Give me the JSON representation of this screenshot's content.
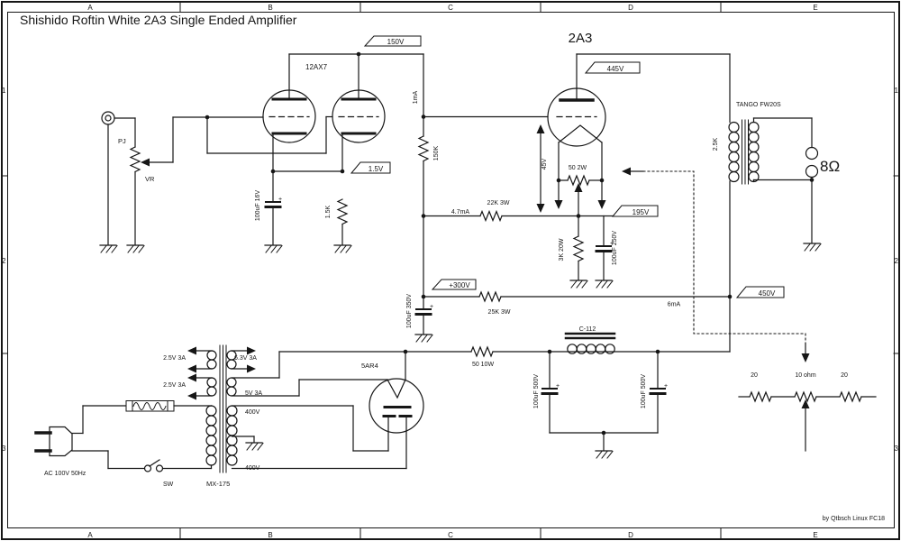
{
  "title": "Shishido Roftin White 2A3 Single Ended Amplifier",
  "credit": "by Qtbsch Linux FC18",
  "frame": {
    "cols": [
      "A",
      "B",
      "C",
      "D",
      "E"
    ],
    "rows": [
      "1",
      "2",
      "3"
    ]
  },
  "callouts": {
    "plate12ax7": "150V",
    "cathode12ax7": "1.5V",
    "plate2a3": "445V",
    "cathode2a3": "195V",
    "b300": "+300V",
    "b450": "450V"
  },
  "input": {
    "jack": "PJ",
    "pot": "VR"
  },
  "preamp": {
    "tube": "12AX7",
    "cathode_cap": "100uF 16V",
    "cathode_res": "1.5K",
    "plate_res": "150K",
    "plate_current": "1mA"
  },
  "coupling": {
    "drop_res": "22K 3W",
    "drop_current": "4.7mA",
    "bias": "45V",
    "bleed_res": "3K 20W",
    "bypass_cap": "100uF 250V",
    "feed_res": "25K 3W",
    "feed_current": "6mA",
    "filter_cap": "100uF 350V"
  },
  "power": {
    "tube": "2A3",
    "hum_res": "50 2W"
  },
  "output": {
    "transformer": "TANGO FW20S",
    "primary": "2.5K",
    "speaker": "8Ω"
  },
  "psu": {
    "ac": "AC 100V 50Hz",
    "switch": "SW",
    "transformer": "MX-175",
    "rect_tube": "5AR4",
    "w_25a": "2.5V 3A",
    "w_25b": "2.5V 3A",
    "w_63": "6.3V 3A",
    "w_5": "5V 3A",
    "w_400a": "400V",
    "w_400b": "400V",
    "drop_res": "50 10W",
    "choke": "C-112",
    "cap_a": "100uF 500V",
    "cap_b": "100uF 500V",
    "hum_r1": "20",
    "hum_pot": "10 ohm",
    "hum_r2": "20"
  },
  "sym": {
    "plus": "+"
  }
}
